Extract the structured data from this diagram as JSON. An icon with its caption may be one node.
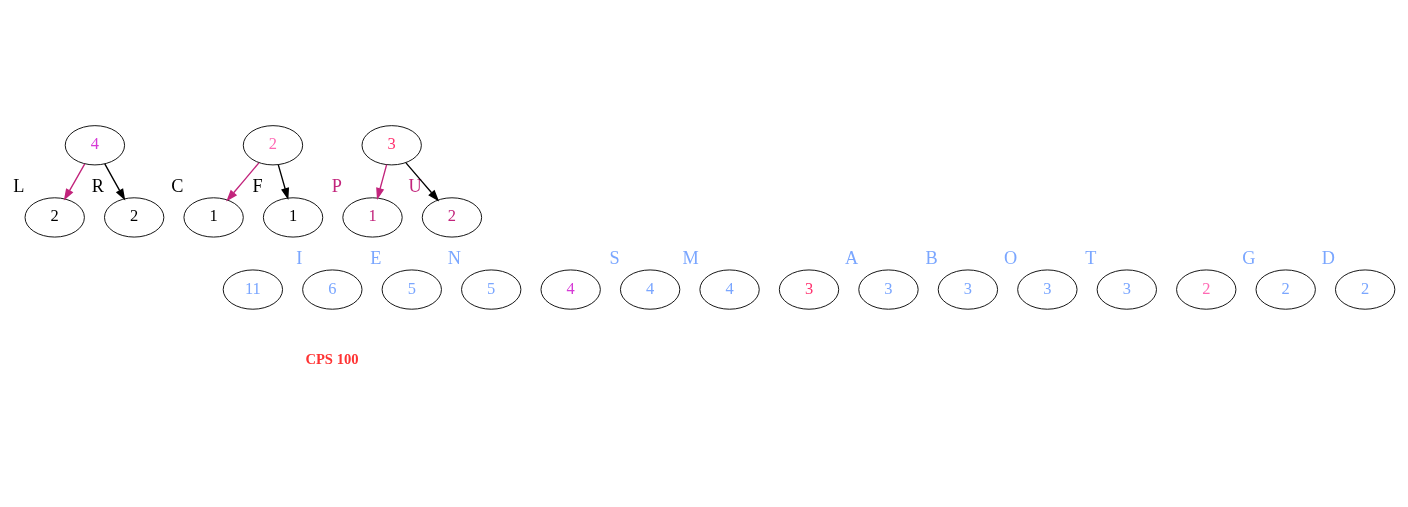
{
  "diagram": {
    "nodes": [
      {
        "text": [
          "4"
        ]
      },
      {
        "text": [
          "2"
        ]
      },
      {
        "text": [
          "3"
        ]
      },
      {
        "text": [
          "2"
        ],
        "beside": [
          "L"
        ]
      },
      {
        "text": [
          "2"
        ],
        "beside": [
          "R"
        ]
      },
      {
        "text": [
          "1"
        ],
        "beside": [
          "C"
        ]
      },
      {
        "text": [
          "1"
        ],
        "beside": [
          "F"
        ]
      },
      {
        "text": [
          "1"
        ],
        "beside": [
          "P"
        ]
      },
      {
        "text": [
          "2"
        ],
        "beside": [
          "U"
        ]
      },
      {
        "text": [
          "11"
        ]
      },
      {
        "text": [
          "6"
        ],
        "beside": [
          "I"
        ]
      },
      {
        "text": [
          "5"
        ],
        "beside": [
          "E"
        ]
      },
      {
        "text": [
          "5"
        ],
        "beside": [
          "N"
        ]
      },
      {
        "text": [
          "4"
        ]
      },
      {
        "text": [
          "4"
        ],
        "beside": [
          "S"
        ]
      },
      {
        "text": [
          "4"
        ],
        "beside": [
          "M"
        ]
      },
      {
        "text": [
          "3"
        ]
      },
      {
        "text": [
          "3"
        ],
        "beside": [
          "A"
        ]
      },
      {
        "text": [
          "3"
        ],
        "beside": [
          "B"
        ]
      },
      {
        "text": [
          "3"
        ],
        "beside": [
          "O"
        ]
      },
      {
        "text": [
          "3"
        ],
        "beside": [
          "T"
        ]
      },
      {
        "text": [
          "2"
        ]
      },
      {
        "text": [
          "2"
        ],
        "beside": [
          "G"
        ]
      },
      {
        "text": [
          "2"
        ],
        "beside": [
          "D"
        ]
      }
    ],
    "edges": [
      {
        "from": 0,
        "to": 3,
        "arrow": "to",
        "color": "#c2247c"
      },
      {
        "from": 0,
        "to": 4,
        "arrow": "to",
        "color": "#000000"
      },
      {
        "from": 1,
        "to": 5,
        "arrow": "to",
        "color": "#c2247c"
      },
      {
        "from": 1,
        "to": 6,
        "arrow": "to",
        "color": "#000000"
      },
      {
        "from": 2,
        "to": 7,
        "arrow": "to",
        "color": "#c2247c"
      },
      {
        "from": 2,
        "to": 8,
        "arrow": "to",
        "color": "#000000"
      }
    ],
    "labels": [
      "CPS 100"
    ]
  }
}
